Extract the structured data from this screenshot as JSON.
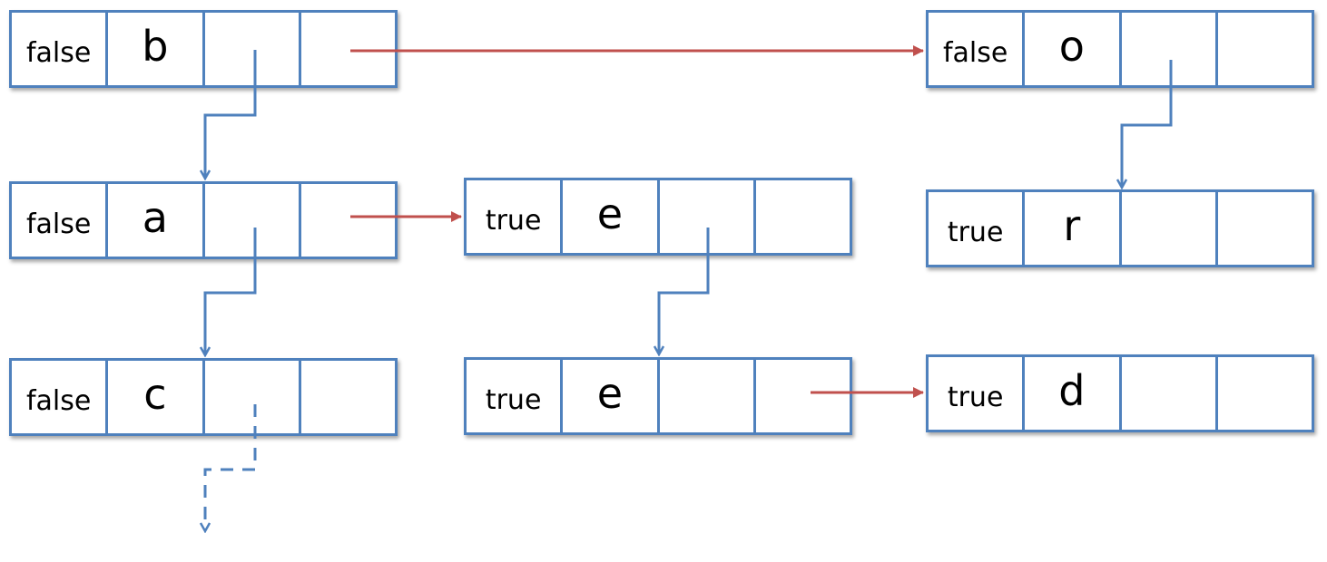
{
  "nodes": {
    "b": {
      "flag": "false",
      "char": "b"
    },
    "o": {
      "flag": "false",
      "char": "o"
    },
    "a": {
      "flag": "false",
      "char": "a"
    },
    "e1": {
      "flag": "true",
      "char": "e"
    },
    "r": {
      "flag": "true",
      "char": "r"
    },
    "c": {
      "flag": "false",
      "char": "c"
    },
    "e2": {
      "flag": "true",
      "char": "e"
    },
    "d": {
      "flag": "true",
      "char": "d"
    }
  },
  "colors": {
    "node_border": "#4f81bd",
    "child_link": "#4f81bd",
    "sibling_link": "#c0504d"
  }
}
